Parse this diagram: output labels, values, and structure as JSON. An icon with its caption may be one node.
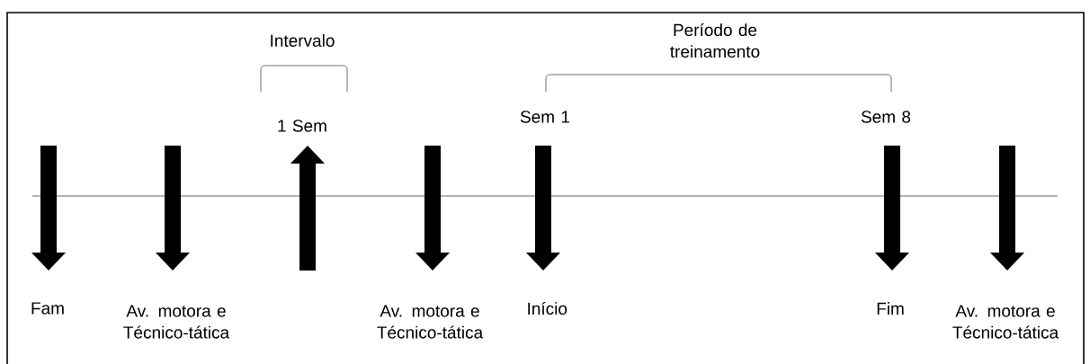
{
  "diagram": {
    "labels": [
      "Intervalo",
      "Período de treinamento",
      "1 Sem",
      "Sem 1",
      "Sem 8",
      "Fam",
      "Av. motora e Técnico-tática",
      "Av. motora e Técnico-tática",
      "Início",
      "Fim",
      "Av. motora e Técnico-tática"
    ]
  }
}
